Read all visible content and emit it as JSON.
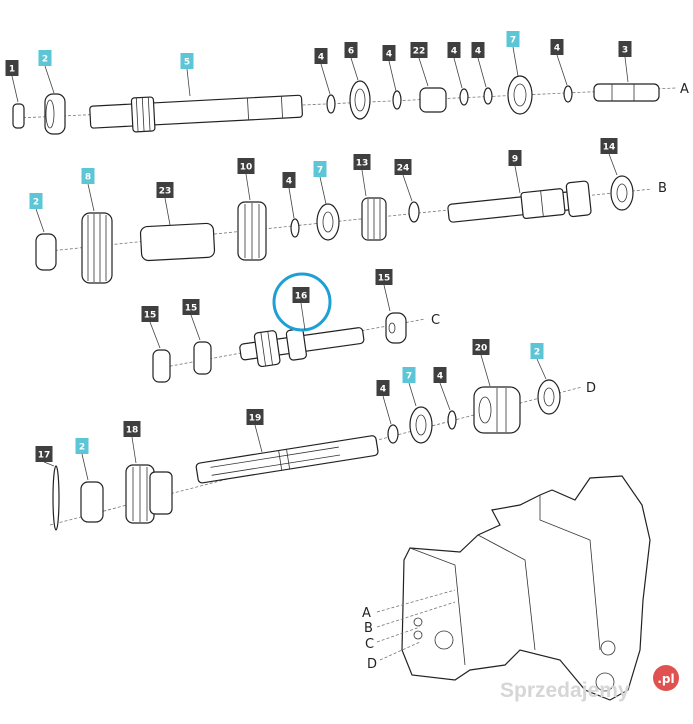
{
  "diagram": {
    "title": "Transmission gearbox exploded parts diagram",
    "callouts": [
      {
        "text": "1",
        "highlight": false
      },
      {
        "text": "2",
        "highlight": true
      },
      {
        "text": "5",
        "highlight": true
      },
      {
        "text": "4",
        "highlight": false
      },
      {
        "text": "6",
        "highlight": false
      },
      {
        "text": "4",
        "highlight": false
      },
      {
        "text": "22",
        "highlight": false
      },
      {
        "text": "4",
        "highlight": false
      },
      {
        "text": "4",
        "highlight": false
      },
      {
        "text": "7",
        "highlight": true
      },
      {
        "text": "4",
        "highlight": false
      },
      {
        "text": "3",
        "highlight": false
      },
      {
        "text": "2",
        "highlight": true
      },
      {
        "text": "8",
        "highlight": true
      },
      {
        "text": "23",
        "highlight": false
      },
      {
        "text": "10",
        "highlight": false
      },
      {
        "text": "4",
        "highlight": false
      },
      {
        "text": "7",
        "highlight": true
      },
      {
        "text": "13",
        "highlight": false
      },
      {
        "text": "24",
        "highlight": false
      },
      {
        "text": "9",
        "highlight": false
      },
      {
        "text": "14",
        "highlight": false
      },
      {
        "text": "15",
        "highlight": false
      },
      {
        "text": "15",
        "highlight": false
      },
      {
        "text": "16",
        "highlight": false
      },
      {
        "text": "15",
        "highlight": false
      },
      {
        "text": "20",
        "highlight": false
      },
      {
        "text": "2",
        "highlight": true
      },
      {
        "text": "7",
        "highlight": true
      },
      {
        "text": "4",
        "highlight": false
      },
      {
        "text": "4",
        "highlight": false
      },
      {
        "text": "19",
        "highlight": false
      },
      {
        "text": "18",
        "highlight": false
      },
      {
        "text": "2",
        "highlight": true
      },
      {
        "text": "17",
        "highlight": false
      }
    ],
    "axis_letters": [
      "A",
      "B",
      "C",
      "D"
    ],
    "housing_letters": [
      "A",
      "B",
      "C",
      "D"
    ],
    "selected_part": "16",
    "colors": {
      "highlight": "#5cc6d6",
      "label": "#3f3f3f",
      "selection_ring": "#1e9fd6"
    }
  },
  "watermark": {
    "brand": "Sprzedajemy",
    "badge": ".pl"
  }
}
